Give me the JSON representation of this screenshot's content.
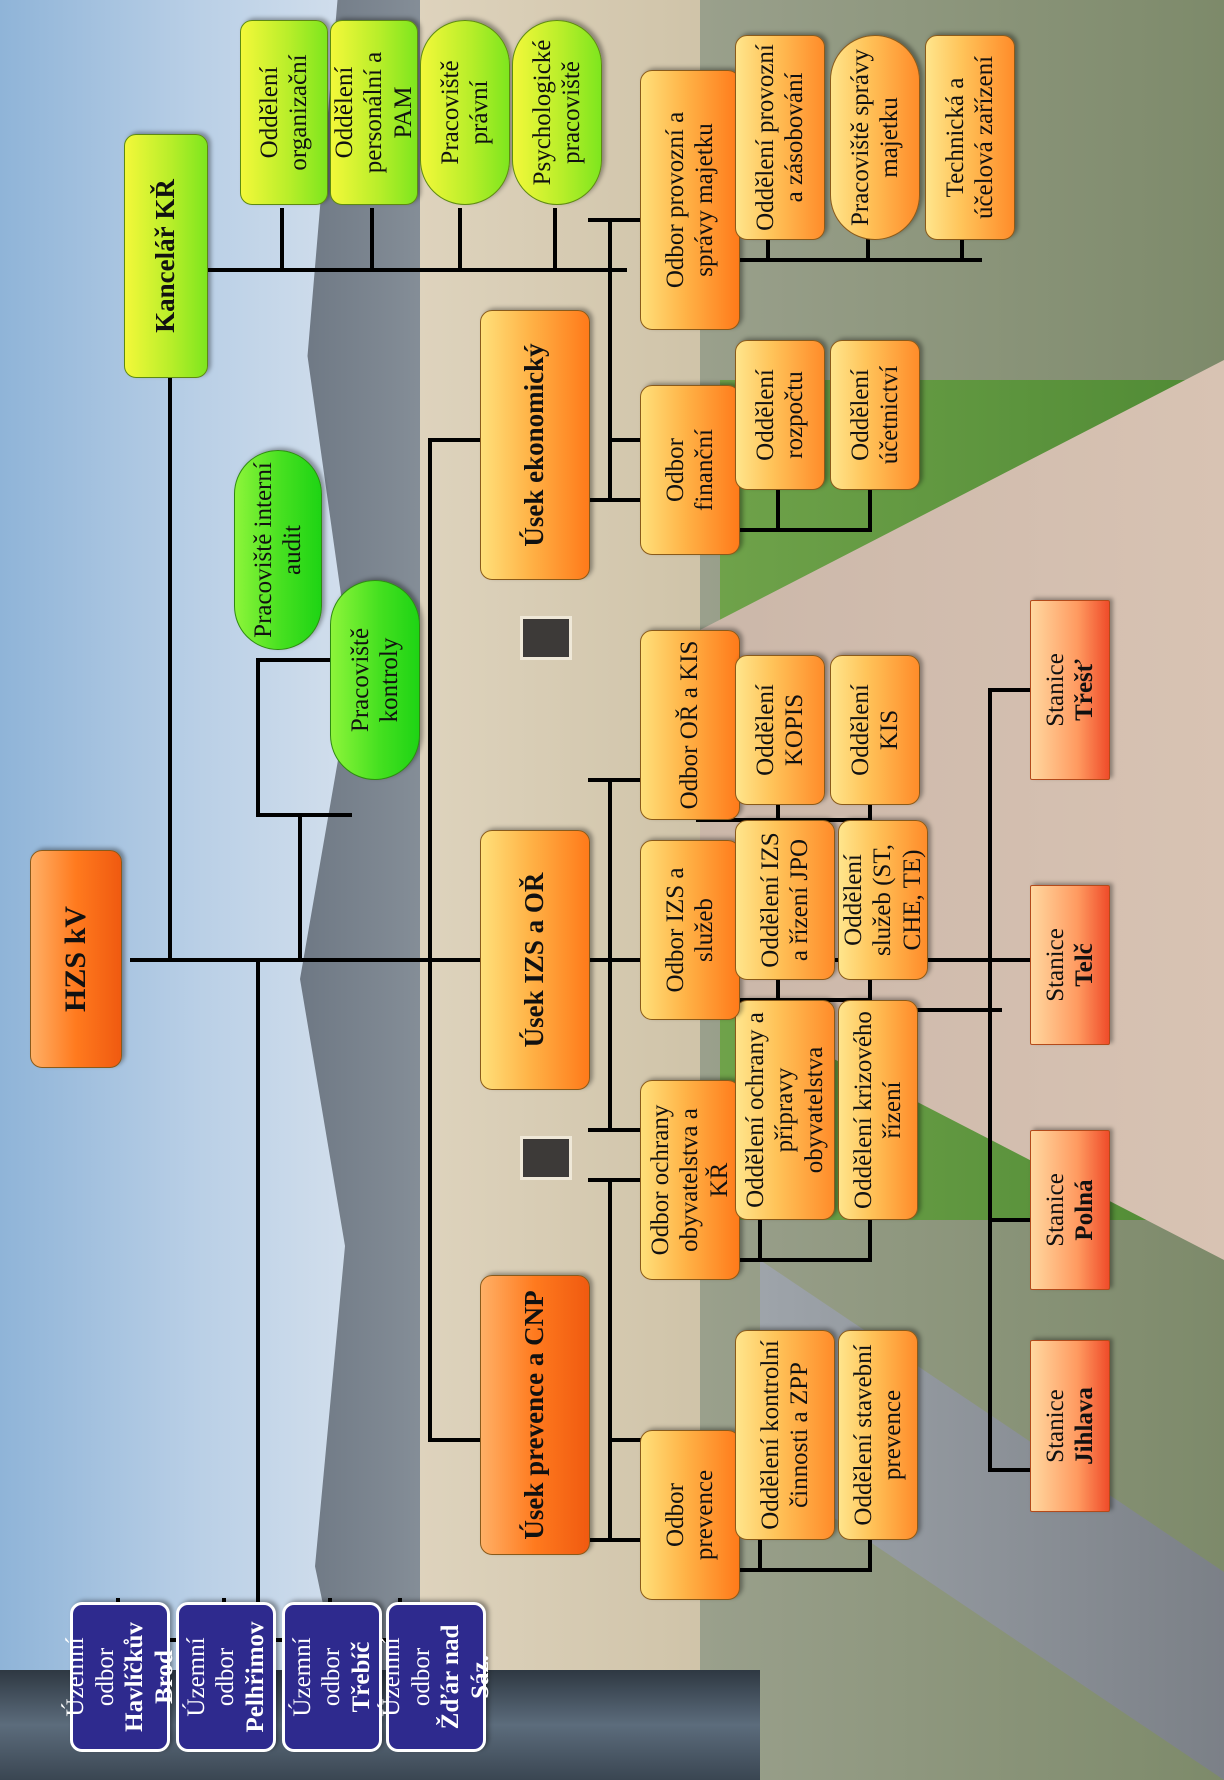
{
  "root": "HZS kV",
  "kancelar": {
    "title": "Kancelář KŘ",
    "units": [
      "Oddělení organizační",
      "Oddělení personální a PAM",
      "Pracoviště právní",
      "Psychologické pracoviště"
    ]
  },
  "pracoviste": {
    "audit": "Pracoviště interní audit",
    "kontroly": "Pracoviště kontroly"
  },
  "uzemni_odbory": {
    "prefix": "Územní odbor",
    "names": [
      "Havlíčkův Brod",
      "Pelhřimov",
      "Třebíč",
      "Žďár nad Sáz."
    ]
  },
  "usek_prevence": {
    "title": "Úsek prevence a CNP",
    "odbor_prevence": "Odbor prevence",
    "odbor_ochrany": "Odbor ochrany obyvatelstva a KŘ",
    "odd_kontrolni": "Oddělení kontrolní činnosti a ZPP",
    "odd_stavebni": "Oddělení stavební prevence",
    "odd_ochrany": "Oddělení ochrany a přípravy obyvatelstva",
    "odd_krizoveho": "Oddělení krizového řízení"
  },
  "usek_izs": {
    "title": "Úsek IZS a OŘ",
    "odbor_izs": "Odbor IZS a služeb",
    "odbor_or": "Odbor OŘ a KIS",
    "odd_izs": "Oddělení IZS a řízení JPO",
    "odd_sluzeb": "Oddělení služeb (ST, CHE, TE)",
    "odd_kopis": "Oddělení KOPIS",
    "odd_kis": "Oddělení KIS"
  },
  "usek_ekonomicky": {
    "title": "Úsek ekonomický",
    "odbor_financni": "Odbor finanční",
    "odbor_provozni": "Odbor provozní a správy majetku",
    "odd_rozpoctu": "Oddělení rozpočtu",
    "odd_ucetnictvi": "Oddělení účetnictví",
    "odd_provozni": "Oddělení provozní a zásobování",
    "prac_spravy": "Pracoviště správy majetku",
    "technicka": "Technická a účelová zařízení"
  },
  "stanice": {
    "prefix": "Stanice",
    "names": [
      "Jihlava",
      "Polná",
      "Telč",
      "Třešť"
    ]
  }
}
